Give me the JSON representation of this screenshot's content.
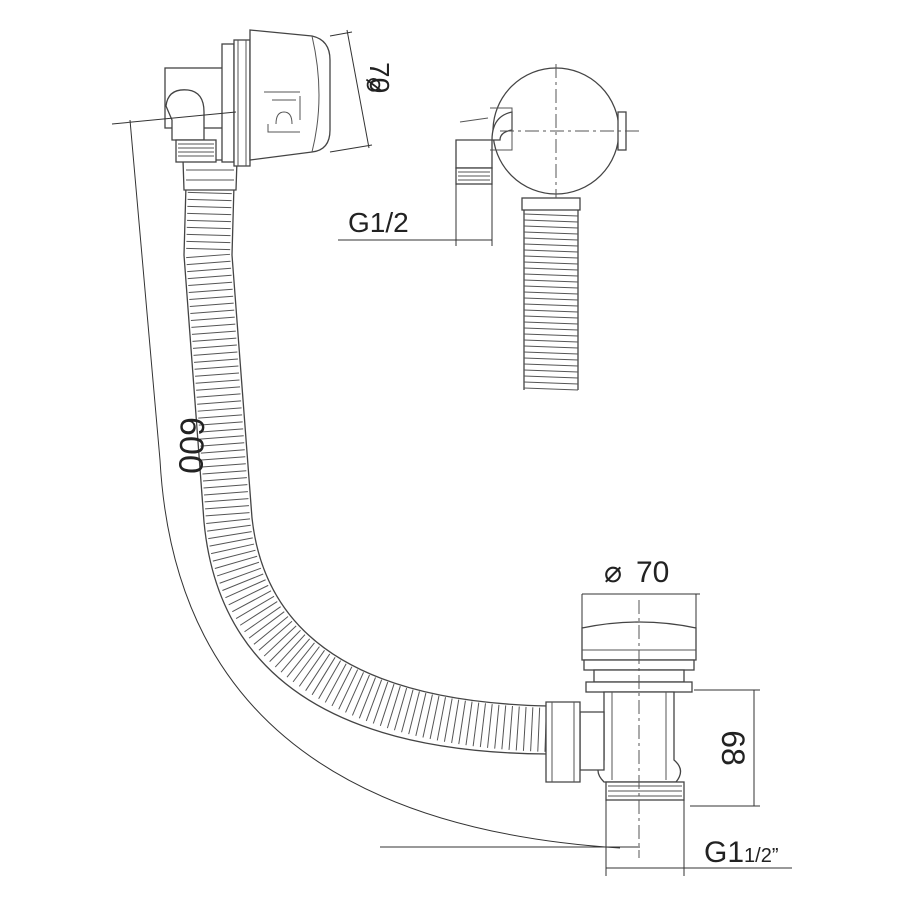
{
  "drawing": {
    "overflow_diameter": "70",
    "hose_length": "600",
    "overflow_thread": "G1/2",
    "waste_diameter": "70",
    "waste_height": "68",
    "waste_thread_main": "G1",
    "waste_thread_sub": "1/2”",
    "diameter_symbol": "⌀"
  },
  "colors": {
    "line": "#444444",
    "text": "#222222",
    "background": "#ffffff"
  }
}
